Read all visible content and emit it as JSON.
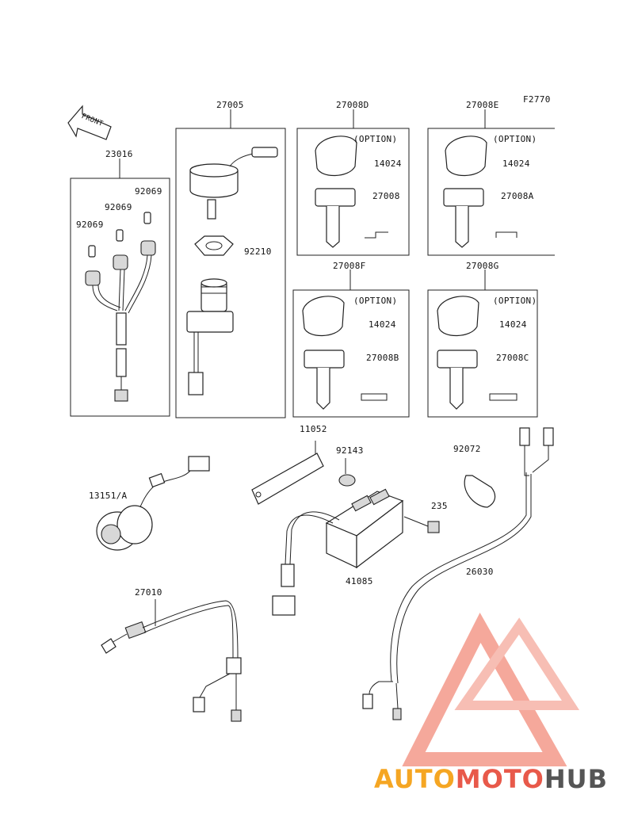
{
  "figure_code": "F2770",
  "front_label": "FRONT",
  "option_label": "(OPTION)",
  "parts": {
    "p23016": "23016",
    "p92069a": "92069",
    "p92069b": "92069",
    "p92069c": "92069",
    "p27005": "27005",
    "p92210": "92210",
    "p27008D": "27008D",
    "p27008E": "27008E",
    "p27008F": "27008F",
    "p27008G": "27008G",
    "p14024a": "14024",
    "p14024b": "14024",
    "p14024c": "14024",
    "p14024d": "14024",
    "p27008": "27008",
    "p27008A": "27008A",
    "p27008B": "27008B",
    "p27008C": "27008C",
    "p11052": "11052",
    "p92143": "92143",
    "p92072": "92072",
    "p13151A": "13151/A",
    "p235": "235",
    "p41085": "41085",
    "p26030": "26030",
    "p27010": "27010"
  },
  "watermark": {
    "part1": "AUTO",
    "part2": "MOTO",
    "part3": "HUB",
    "colors": {
      "orange": "#f5a623",
      "red": "#e8594a",
      "gray": "#555555"
    }
  }
}
